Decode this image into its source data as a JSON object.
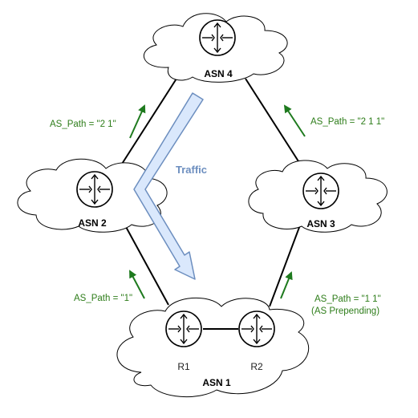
{
  "asns": {
    "asn4": "ASN 4",
    "asn2": "ASN 2",
    "asn3": "ASN 3",
    "asn1": "ASN 1"
  },
  "routers": {
    "r1": "R1",
    "r2": "R2"
  },
  "as_paths": {
    "asn2_to_asn4": "AS_Path = \"2 1\"",
    "asn3_to_asn4": "AS_Path = \"2 1 1\"",
    "asn1_to_asn2": "AS_Path = \"1\"",
    "asn1_to_asn3": "AS_Path = \"1 1\"",
    "asn1_to_asn3_note": "(AS Prepending)"
  },
  "traffic_label": "Traffic",
  "colors": {
    "as_path_text": "#2e7d1a",
    "as_path_arrow": "#1e7a1e",
    "traffic_fill": "#dae8fc",
    "traffic_stroke": "#6c8ebf"
  },
  "icons": {
    "router": "router-icon"
  }
}
